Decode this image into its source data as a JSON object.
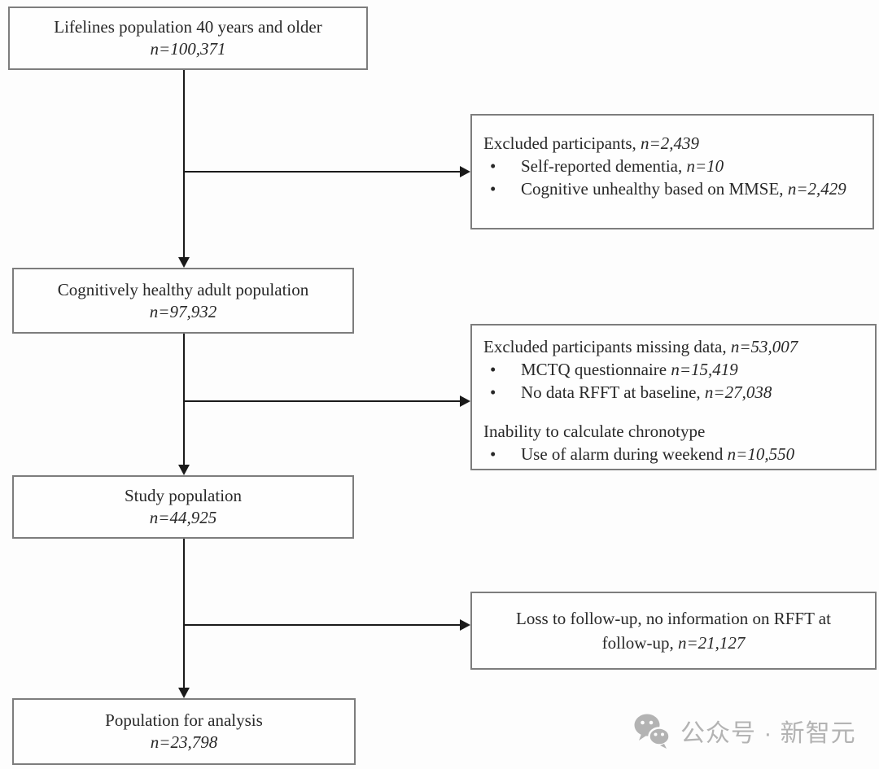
{
  "flowchart": {
    "boxes": {
      "box1": {
        "title": "Lifelines population 40 years and older",
        "n": "n=100,371"
      },
      "box2": {
        "title": "Cognitively healthy adult population",
        "n": "n=97,932"
      },
      "box3": {
        "title": "Study population",
        "n": "n=44,925"
      },
      "box4": {
        "title": "Population for analysis",
        "n": "n=23,798"
      }
    },
    "exclusions": {
      "excl1": {
        "heading_text": "Excluded participants, ",
        "heading_n": "n=2,439",
        "bullet_marker": "•",
        "bullet1_text": "Self-reported dementia, ",
        "bullet1_n": "n=10",
        "bullet2_text": "Cognitive unhealthy based on MMSE, ",
        "bullet2_n": "n=2,429"
      },
      "excl2": {
        "heading_text": "Excluded participants missing data, ",
        "heading_n": "n=53,007",
        "bullet_marker": "•",
        "bullet1_text": "MCTQ questionnaire ",
        "bullet1_n": "n=15,419",
        "bullet2_text": "No data RFFT at baseline, ",
        "bullet2_n": "n=27,038",
        "subheading": "Inability to calculate chronotype",
        "bullet3_text": "Use of alarm during weekend ",
        "bullet3_n": "n=10,550"
      },
      "excl3": {
        "line1": "Loss to follow-up, no information on RFFT at",
        "line2_text": "follow-up, ",
        "line2_n": "n=21,127"
      }
    }
  },
  "watermark": {
    "label": "公众号 · 新智元",
    "icon": "wechat-logo",
    "color": "#b3b3b3"
  },
  "colors": {
    "background": "#fdfdfd",
    "box_border": "#7d7d7d",
    "connector_line": "#1a1a1a",
    "text": "#282828"
  }
}
